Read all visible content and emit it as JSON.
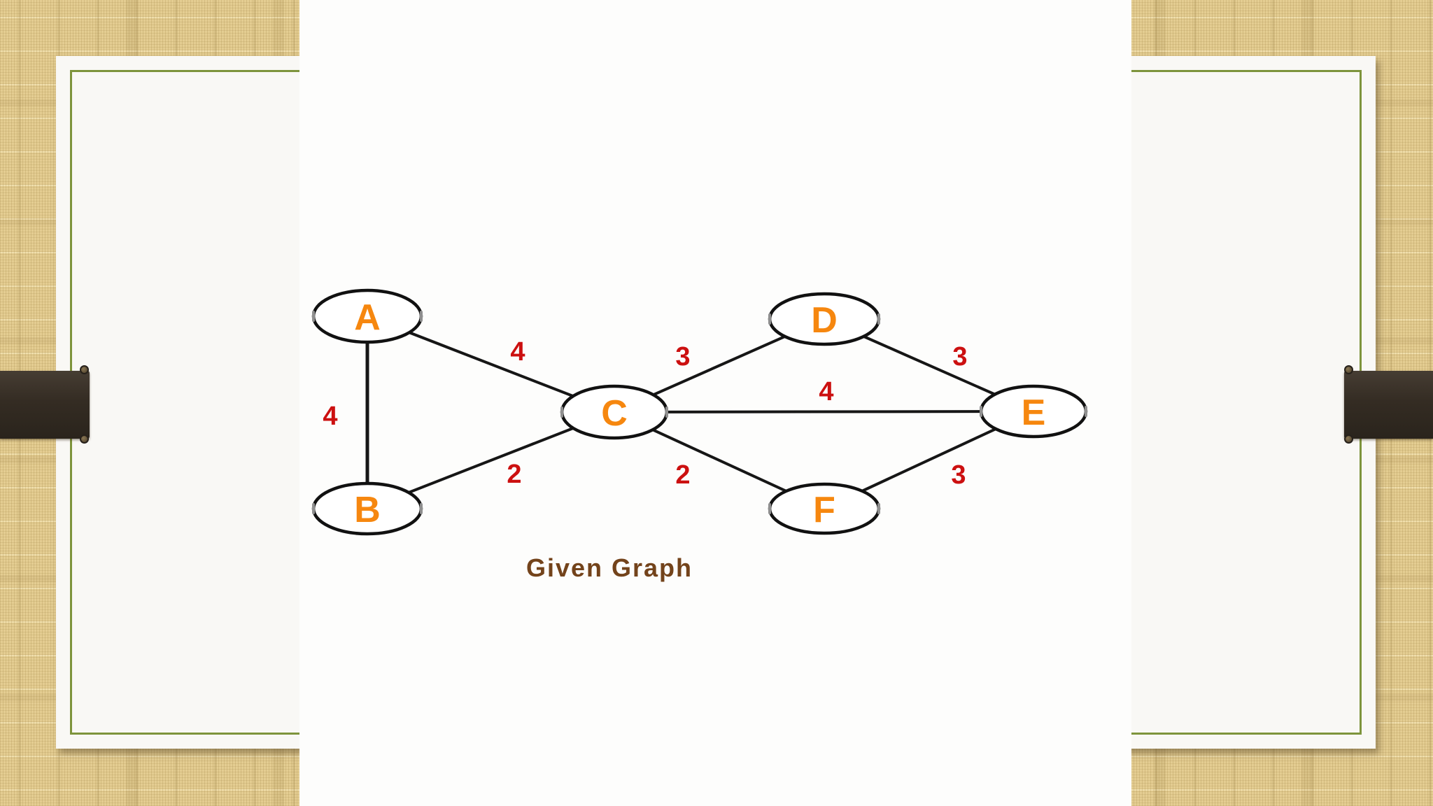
{
  "slide": {
    "caption": "Given Graph"
  },
  "graph": {
    "nodes": [
      {
        "id": "A"
      },
      {
        "id": "B"
      },
      {
        "id": "C"
      },
      {
        "id": "D"
      },
      {
        "id": "E"
      },
      {
        "id": "F"
      }
    ],
    "edges": [
      {
        "from": "A",
        "to": "B",
        "weight": 4
      },
      {
        "from": "A",
        "to": "C",
        "weight": 4
      },
      {
        "from": "B",
        "to": "C",
        "weight": 2
      },
      {
        "from": "C",
        "to": "D",
        "weight": 3
      },
      {
        "from": "C",
        "to": "E",
        "weight": 4
      },
      {
        "from": "C",
        "to": "F",
        "weight": 2
      },
      {
        "from": "D",
        "to": "E",
        "weight": 3
      },
      {
        "from": "F",
        "to": "E",
        "weight": 3
      }
    ]
  },
  "colors": {
    "node_label": "#f6870f",
    "edge_weight": "#cc1010",
    "caption_text": "#73431b",
    "slide_border": "#7e943c",
    "ribbon": "#342c23",
    "background_texture": "#e4cd92",
    "edge_line": "#161616"
  }
}
